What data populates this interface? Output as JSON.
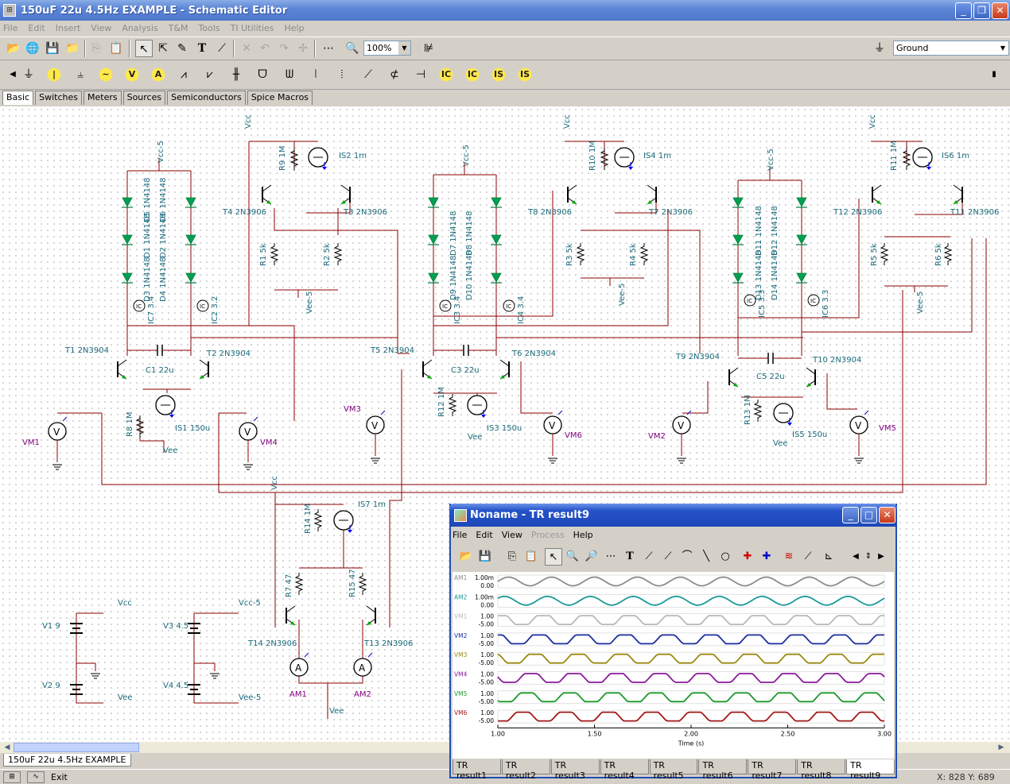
{
  "window": {
    "title": "150uF 22u 4.5Hz EXAMPLE - Schematic Editor"
  },
  "menu": [
    "File",
    "Edit",
    "Insert",
    "View",
    "Analysis",
    "T&M",
    "Tools",
    "TI Utilities",
    "Help"
  ],
  "toolbar": {
    "zoom": "100%",
    "ground_select": "Ground"
  },
  "component_tabs": [
    "Basic",
    "Switches",
    "Meters",
    "Sources",
    "Semiconductors",
    "Spice Macros"
  ],
  "component_icons": [
    "IC",
    "IC",
    "IS",
    "IS"
  ],
  "schematic": {
    "labels": {
      "vcc": "Vcc",
      "vcc5": "Vcc-5",
      "vee": "Vee",
      "vee5": "Vee-5",
      "is2": "IS2 1m",
      "is4": "IS4 1m",
      "is6": "IS6 1m",
      "is7": "IS7 1m",
      "is1": "IS1 150u",
      "is3": "IS3 150u",
      "is5": "IS5 150u",
      "r9": "R9 1M",
      "r10": "R10 1M",
      "r11": "R11 1M",
      "r14": "R14 1M",
      "r8": "R8 1M",
      "r12": "R12 1M",
      "r13": "R13 1M",
      "r1": "R1 5k",
      "r2": "R2 5k",
      "r3": "R3 5k",
      "r4": "R4 5k",
      "r5": "R5 5k",
      "r6": "R6 5k",
      "r7": "R7 47",
      "r15": "R15 47",
      "t1": "T1 2N3904",
      "t2": "T2 2N3904",
      "t3": "T3 2N3906",
      "t4": "T4 2N3906",
      "t5": "T5 2N3904",
      "t6": "T6 2N3904",
      "t7": "T7 2N3906",
      "t8": "T8 2N3906",
      "t9": "T9 2N3904",
      "t10": "T10 2N3904",
      "t11": "T11 2N3906",
      "t12": "T12 2N3906",
      "t13": "T13 2N3906",
      "t14": "T14 2N3906",
      "c1": "C1 22u",
      "c3": "C3 22u",
      "c5": "C5 22u",
      "ic7": "IC7 3.4",
      "ic2": "IC2 3.2",
      "ic3": "IC3 3.4",
      "ic4": "IC4 3.4",
      "ic5": "IC5 3.3",
      "ic6": "IC6 3.3",
      "d1a": "D3 1N4148",
      "d1b": "D1 1N4148",
      "d1c": "D5 1N4148",
      "d2a": "D4 1N4148",
      "d2b": "D2 1N4148",
      "d2c": "D6 1N4148",
      "d3a": "D9 1N4148",
      "d3b": "D7 1N4148",
      "d4a": "D10 1N4148",
      "d4b": "D8 1N4148",
      "d5a": "D13 1N4148",
      "d5b": "D11 1N4148",
      "d6a": "D14 1N4148",
      "d6b": "D12 1N4148",
      "vm1": "VM1",
      "vm2": "VM2",
      "vm3": "VM3",
      "vm4": "VM4",
      "vm5": "VM5",
      "vm6": "VM6",
      "am1": "AM1",
      "am2": "AM2",
      "v1": "V1 9",
      "v2": "V2 9",
      "v3": "V3 4.5",
      "v4": "V4 4.5",
      "meter_v": "V",
      "meter_a": "A"
    }
  },
  "tr_window": {
    "title": "Noname - TR result9",
    "menu": [
      "File",
      "Edit",
      "View",
      "Process",
      "Help"
    ],
    "traces": [
      {
        "name": "AM1",
        "top": "1.00m",
        "bottom": "0.00",
        "color": "#8c8c8c"
      },
      {
        "name": "AM2",
        "top": "1.00m",
        "bottom": "0.00",
        "color": "#1a9a9a"
      },
      {
        "name": "VM1",
        "top": "1.00",
        "bottom": "-5.00",
        "color": "#b8b8b8"
      },
      {
        "name": "VM2",
        "top": "1.00",
        "bottom": "-5.00",
        "color": "#1c2ea0"
      },
      {
        "name": "VM3",
        "top": "1.00",
        "bottom": "-5.00",
        "color": "#9a8a10"
      },
      {
        "name": "VM4",
        "top": "1.00",
        "bottom": "-5.00",
        "color": "#8a1a9a"
      },
      {
        "name": "VM5",
        "top": "1.00",
        "bottom": "-5.00",
        "color": "#1a9a2a"
      },
      {
        "name": "VM6",
        "top": "1.00",
        "bottom": "-5.00",
        "color": "#a01818"
      }
    ],
    "x_ticks": [
      "1.00",
      "1.50",
      "2.00",
      "2.50",
      "3.00"
    ],
    "x_label": "Time (s)",
    "tabs": [
      "TR result1",
      "TR result2",
      "TR result3",
      "TR result4",
      "TR result5",
      "TR result6",
      "TR result7",
      "TR result8",
      "TR result9"
    ]
  },
  "doc_tab": "150uF 22u 4.5Hz EXAMPLE",
  "status": {
    "exit": "Exit",
    "coords": "X: 828  Y: 689"
  }
}
